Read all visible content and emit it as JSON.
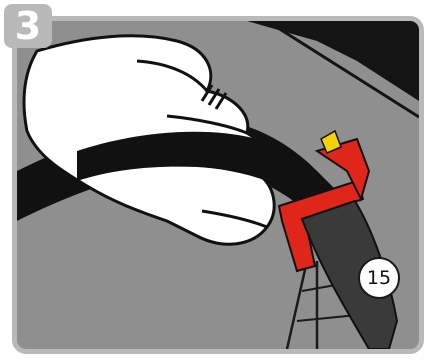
{
  "step": {
    "number": "3"
  },
  "callout": {
    "label": "15"
  },
  "colors": {
    "frame": "#b9b9b9",
    "background": "#8f8f8f",
    "strap": "#111111",
    "buckle": "#e0261b",
    "release_tab": "#f2d200",
    "hand_fill": "#ffffff"
  },
  "icons": {
    "hand": "hand-illustration",
    "buckle": "buckle-illustration"
  }
}
